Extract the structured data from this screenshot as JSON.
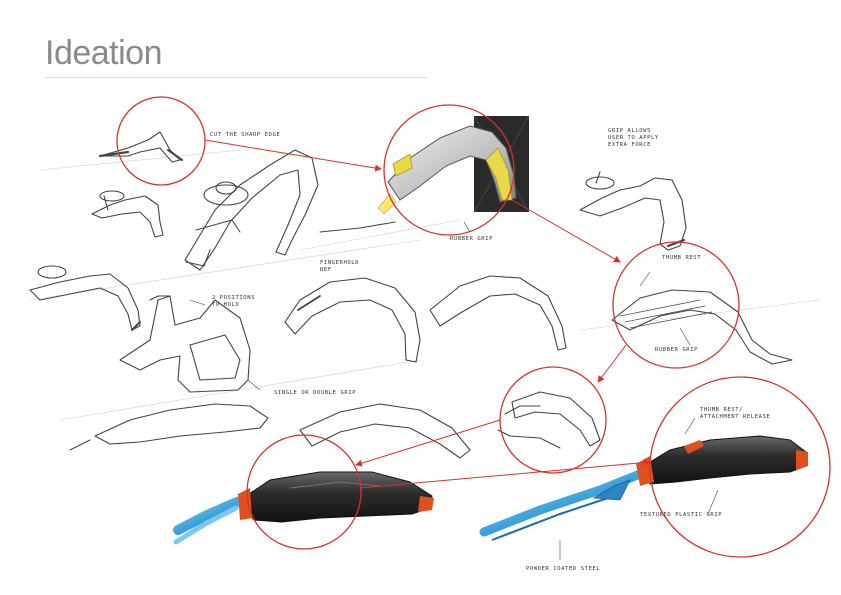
{
  "page": {
    "title": "Ideation"
  },
  "annotations": {
    "cut": "Cut the sharp edge",
    "grip_force": [
      "Grip allows",
      "user to apply",
      "extra force"
    ],
    "rubber_grip_top": "Rubber grip",
    "thumb_rest": "Thumb rest",
    "rubber_grip": "Rubber grip",
    "fingerhold": [
      "Fingerhold",
      "ref"
    ],
    "positions": [
      "2 positions",
      "to hold"
    ],
    "single_double": "Single or double grip",
    "thumb_release": [
      "Thumb rest/",
      "Attachment release"
    ],
    "textured": "Textured plastic grip",
    "powder": "Powder coated steel"
  },
  "colors": {
    "callout": "#d9322a",
    "handle_dark": "#2b2b2b",
    "accent_orange": "#e0501d",
    "blade_blue": "#3fa4dc",
    "grip_yellow": "#e8d84a",
    "pencil": "#4a4a4a"
  }
}
